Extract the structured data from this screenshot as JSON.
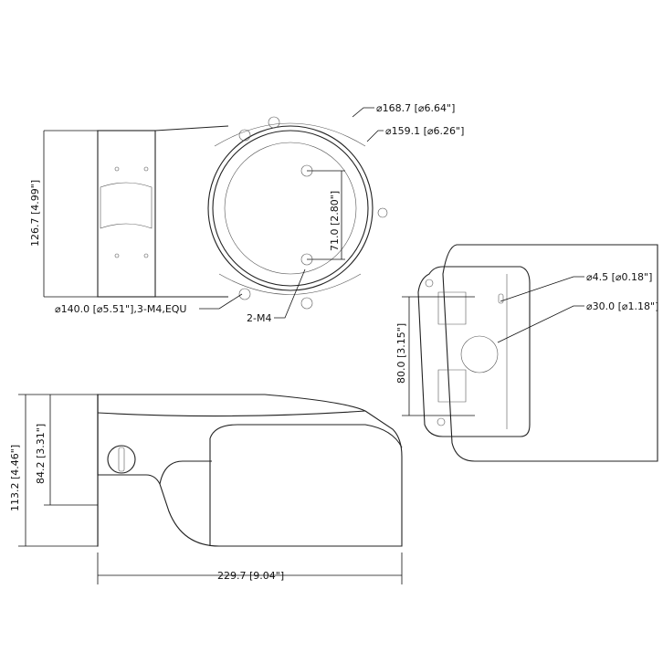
{
  "top_view": {
    "outer_diameter": "⌀168.7 [⌀6.64\"]",
    "inner_diameter": "⌀159.1 [⌀6.26\"]",
    "height": "126.7 [4.99\"]",
    "hole_spacing": "71.0 [2.80\"]",
    "bolt_circle": "⌀140.0 [⌀5.51\"],3-M4,EQU",
    "screws": "2-M4"
  },
  "front_view": {
    "small_hole": "⌀4.5 [⌀0.18\"]",
    "cable_hole": "⌀30.0 [⌀1.18\"]",
    "hole_spacing": "80.0 [3.15\"]"
  },
  "side_view": {
    "total_height": "113.2 [4.46\"]",
    "body_height": "84.2 [3.31\"]",
    "length": "229.7 [9.04\"]"
  }
}
